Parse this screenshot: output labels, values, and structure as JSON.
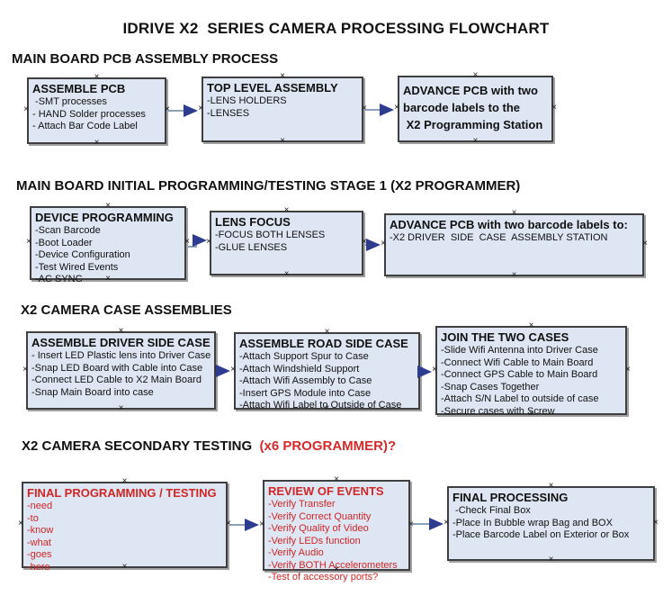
{
  "title": "IDRIVE X2  SERIES CAMERA PROCESSING FLOWCHART",
  "colors": {
    "box_fill": "#dde6f2",
    "box_border": "#3f3f3f",
    "red_text": "#cf2626",
    "heading_red": "#d42a2a",
    "connector_line": "#8ba1bb",
    "connector_arrowhead": "#2d3c8e"
  },
  "sections": [
    {
      "heading": "MAIN BOARD PCB ASSEMBLY PROCESS",
      "heading_red": "",
      "boxes": [
        {
          "title": "ASSEMBLE PCB",
          "items": [
            " -SMT processes",
            "- HAND Solder processes",
            "- Attach Bar Code Label"
          ]
        },
        {
          "title": "TOP LEVEL ASSEMBLY",
          "items": [
            "-LENS HOLDERS",
            "-LENSES"
          ]
        },
        {
          "title_lines": [
            "ADVANCE PCB with two",
            "barcode labels to the",
            " X2 Programming Station"
          ]
        }
      ]
    },
    {
      "heading": "MAIN BOARD INITIAL PROGRAMMING/TESTING STAGE 1 (X2 PROGRAMMER)",
      "heading_red": "",
      "boxes": [
        {
          "title": "DEVICE PROGRAMMING",
          "items": [
            "-Scan Barcode",
            "-Boot Loader",
            "-Device Configuration",
            "-Test Wired Events",
            "-AC SYNC"
          ]
        },
        {
          "title": "LENS FOCUS",
          "items": [
            "-FOCUS BOTH LENSES",
            "-GLUE LENSES"
          ]
        },
        {
          "title": "ADVANCE PCB with two barcode labels to:",
          "items": [
            "-X2 DRIVER  SIDE  CASE  ASSEMBLY STATION"
          ]
        }
      ]
    },
    {
      "heading": "X2 CAMERA CASE ASSEMBLIES",
      "heading_red": "",
      "boxes": [
        {
          "title": "ASSEMBLE DRIVER SIDE CASE",
          "items": [
            "- Insert LED Plastic lens into Driver Case",
            "-Snap LED Board with Cable into Case",
            "-Connect LED Cable to X2 Main Board",
            "-Snap Main Board into case"
          ]
        },
        {
          "title": "ASSEMBLE ROAD SIDE CASE",
          "items": [
            "-Attach Support Spur to Case",
            "-Attach Windshield Support",
            "-Attach Wifi Assembly to Case",
            "-Insert GPS Module into Case",
            "-Attach Wifi Label to Outside of Case"
          ]
        },
        {
          "title": "JOIN THE TWO CASES",
          "items": [
            "-Slide Wifi Antenna into Driver Case",
            "-Connect Wifi Cable to Main Board",
            "-Connect GPS Cable to Main Board",
            "-Snap Cases Together",
            "-Attach S/N Label to outside of case",
            "-Secure cases with Screw"
          ]
        }
      ]
    },
    {
      "heading": "X2 CAMERA SECONDARY TESTING ",
      "heading_red": " (x6 PROGRAMMER)?",
      "boxes": [
        {
          "title": "FINAL PROGRAMMING / TESTING",
          "items": [
            "-need",
            "-to",
            "-know",
            "-what",
            "-goes",
            "-here"
          ]
        },
        {
          "title": "REVIEW OF EVENTS",
          "items": [
            "-Verify Transfer",
            "-Verify Correct Quantity",
            "-Verify Quality of Video",
            "-Verify LEDs function",
            "-Verify Audio",
            "-Verify BOTH Accelerometers",
            "-Test of accessory ports?"
          ]
        },
        {
          "title": "FINAL PROCESSING",
          "items": [
            " -Check Final Box",
            "-Place In Bubble wrap Bag and BOX",
            "-Place Barcode Label on Exterior or Box"
          ]
        }
      ]
    }
  ]
}
